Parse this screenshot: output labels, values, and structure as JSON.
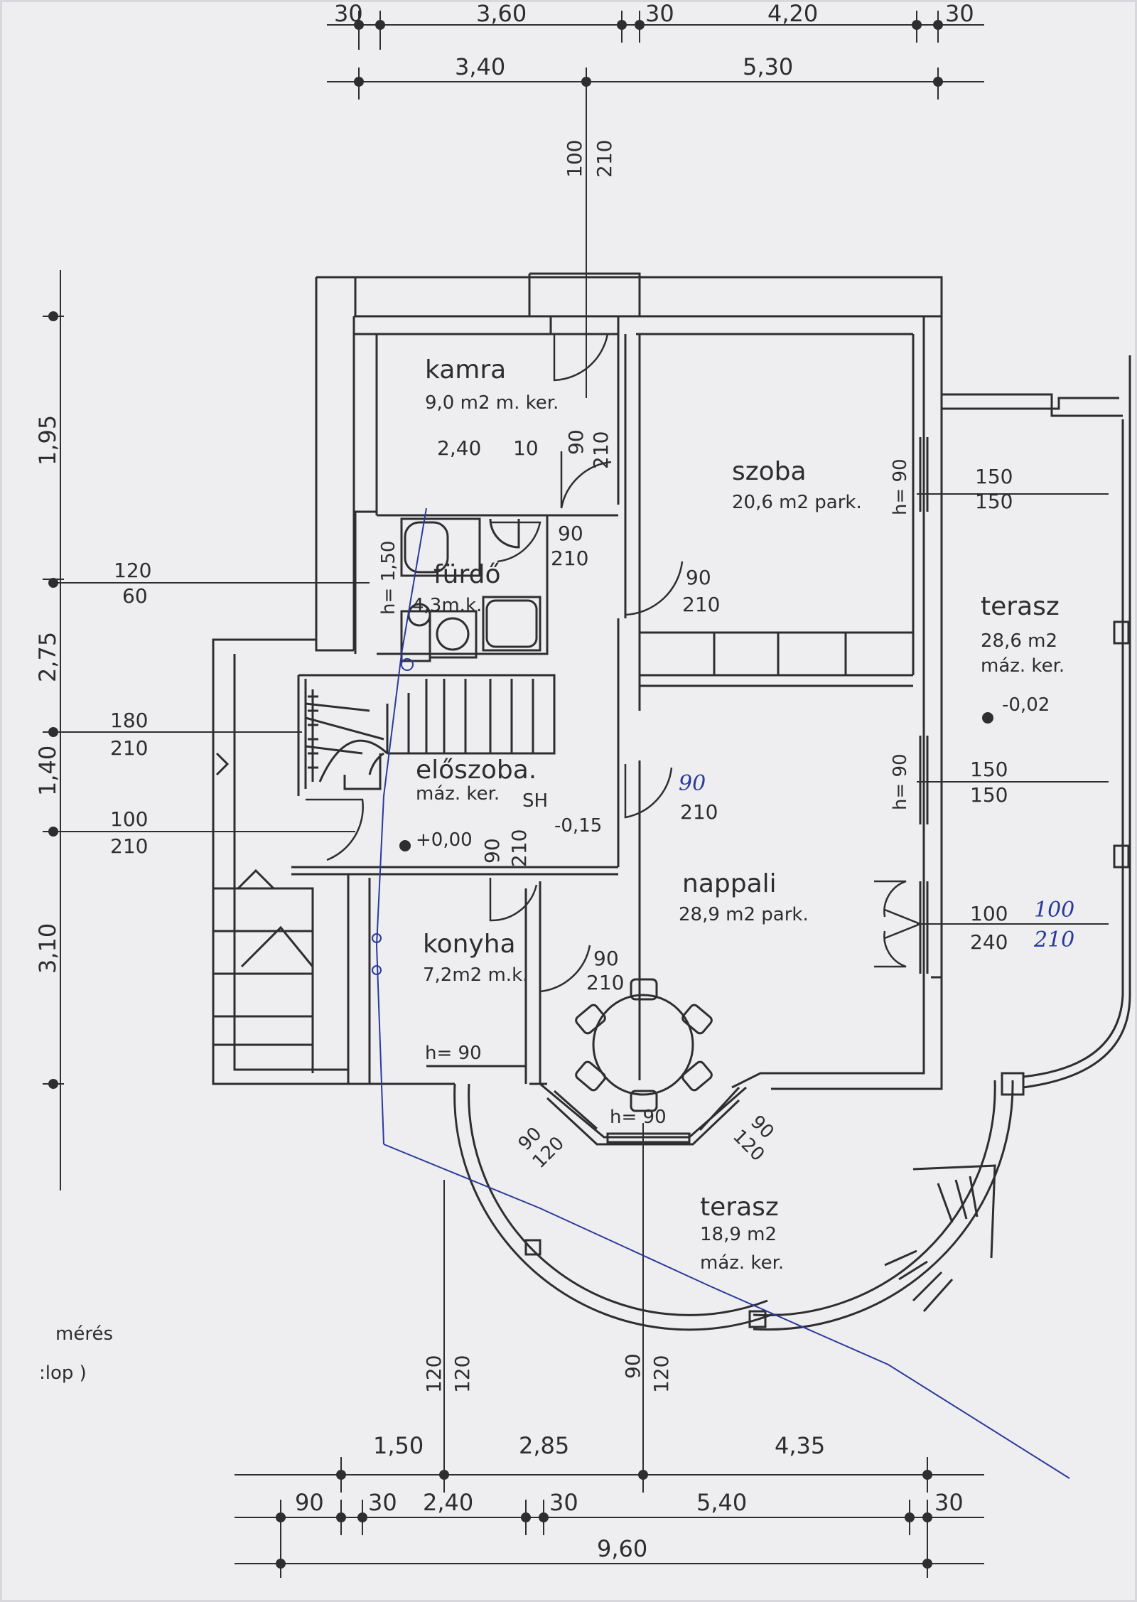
{
  "rooms": {
    "kamra": {
      "name": "kamra",
      "info": "9,0 m2 m. ker."
    },
    "szoba": {
      "name": "szoba",
      "info": "20,6 m2 park."
    },
    "furdo": {
      "name": "fürdő",
      "info": "4,3m.k."
    },
    "eloszoba": {
      "name": "előszoba.",
      "info": "máz. ker."
    },
    "konyha": {
      "name": "konyha",
      "info": "7,2m2 m.k."
    },
    "nappali": {
      "name": "nappali",
      "info": "28,9 m2 park."
    },
    "terasz_east": {
      "name": "terasz",
      "info1": "28,6 m2",
      "info2": "máz. ker."
    },
    "terasz_south": {
      "name": "terasz",
      "info1": "18,9 m2",
      "info2": "máz. ker."
    }
  },
  "levels": {
    "ground": "+0,00",
    "terrace": "-0,02",
    "step": "-0,15"
  },
  "top_dims": {
    "row1": [
      "30",
      "3,60",
      "30",
      "4,20",
      "30"
    ],
    "row2": [
      "3,40",
      "5,30"
    ]
  },
  "bottom_dims": {
    "row1": [
      "1,50",
      "2,85",
      "4,35"
    ],
    "row2": [
      "90",
      "30",
      "2,40",
      "30",
      "5,40",
      "30"
    ],
    "total": "9,60"
  },
  "left_dims": [
    "1,95",
    "2,75",
    "1,40",
    "3,10"
  ],
  "openings": {
    "top_window": {
      "w": "100",
      "h": "210"
    },
    "kamra_inner_width": "2,40",
    "kamra_wall": "10",
    "kamra_door": {
      "w": "90",
      "h": "210"
    },
    "furdo_door": {
      "w": "90",
      "h": "210"
    },
    "szoba_door": {
      "w": "90",
      "h": "210"
    },
    "szoba_window_height": "h= 90",
    "furdo_window_height": "h= 1,50",
    "east_window_1": {
      "w": "150",
      "h": "150"
    },
    "east_window_2": {
      "w": "150",
      "h": "150"
    },
    "nappali_window_height": "h= 90",
    "nappali_door": {
      "w": "90",
      "h": "210"
    },
    "east_door": {
      "w": "100",
      "h": "240"
    },
    "east_door_hand": {
      "w": "100",
      "h": "210"
    },
    "left_window": {
      "w": "120",
      "h": "60"
    },
    "stair_window": {
      "w": "180",
      "h": "210"
    },
    "entry_door": {
      "w": "100",
      "h": "210"
    },
    "konyha_door": {
      "w": "90",
      "h": "210"
    },
    "konyha_door_2": {
      "w": "90",
      "h": "210"
    },
    "konyha_window_height": "h= 90",
    "bay_window_height": "h= 90",
    "bay_left": {
      "w": "90",
      "h": "120"
    },
    "bay_right": {
      "w": "90",
      "h": "120"
    },
    "south_window_1": {
      "w": "120",
      "h": "120"
    },
    "south_window_2": {
      "w": "90",
      "h": "120"
    },
    "sh_label": "SH"
  },
  "notes": {
    "meres": "mérés",
    "oszlop": ":lop )",
    "hand_90": "90"
  }
}
